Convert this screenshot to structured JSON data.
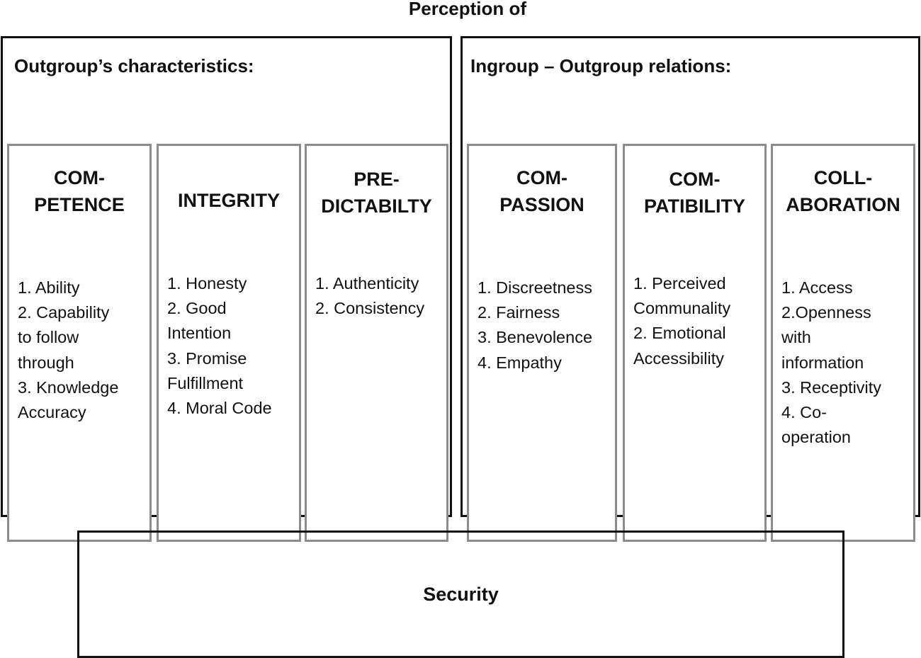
{
  "title": "Perception of",
  "groups": [
    {
      "heading": "Outgroup’s characteristics:",
      "columns": [
        {
          "heading": [
            "COM-",
            "PETENCE"
          ],
          "items": [
            "1. Ability",
            "2. Capability",
            "to follow",
            "through",
            "3. Knowledge",
            "Accuracy"
          ]
        },
        {
          "heading": [
            "INTEGRITY"
          ],
          "items": [
            "1. Honesty",
            "2. Good",
            "Intention",
            "3. Promise",
            "Fulfillment",
            "4. Moral Code"
          ]
        },
        {
          "heading": [
            "PRE-",
            "DICTABILTY"
          ],
          "items": [
            "1. Authenticity",
            "2. Consistency"
          ]
        }
      ]
    },
    {
      "heading": "Ingroup – Outgroup relations:",
      "columns": [
        {
          "heading": [
            "COM-",
            "PASSION"
          ],
          "items": [
            "1. Discreetness",
            "2. Fairness",
            "3. Benevolence",
            "4. Empathy"
          ]
        },
        {
          "heading": [
            "COM-",
            "PATIBILITY"
          ],
          "items": [
            "1. Perceived",
            "Communality",
            "2. Emotional",
            "Accessibility"
          ]
        },
        {
          "heading": [
            "COLL-",
            "ABORATION"
          ],
          "items": [
            "1. Access",
            "2.Openness",
            "with",
            "information",
            "3. Receptivity",
            "4. Co-",
            "operation"
          ]
        }
      ]
    }
  ],
  "foundation": "Security"
}
